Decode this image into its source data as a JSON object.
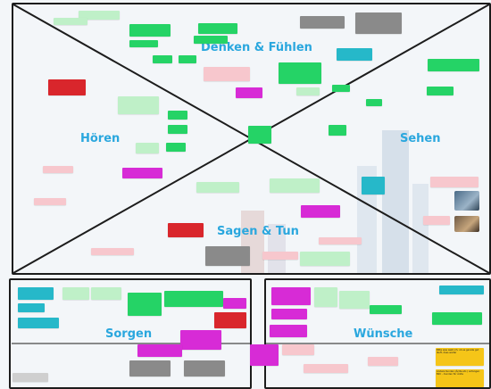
{
  "sections": {
    "denken": "Denken & Fühlen",
    "hoeren": "Hören",
    "sehen": "Sehen",
    "sagen": "Sagen & Tun",
    "sorgen": "Sorgen",
    "wuensche": "Wünsche"
  },
  "colors": {
    "title": "#2aa7de",
    "frame": "#1c1c1c",
    "green": "#25d366",
    "red": "#d9262c",
    "magenta": "#d72bd6",
    "pink": "#f7c7cd",
    "grey": "#8a8a8a",
    "light_green": "#bff0c8",
    "cyan": "#26b8c9",
    "yellow": "#f5c518"
  },
  "footer_notes": {
    "yellow_1": "Bitte was weiß ich, ob es gerade gut läuft, dass weiter",
    "yellow_2": "Andere Kunden (Ärzte etc.) anfangen B2C – Kunden für Ärzte"
  }
}
